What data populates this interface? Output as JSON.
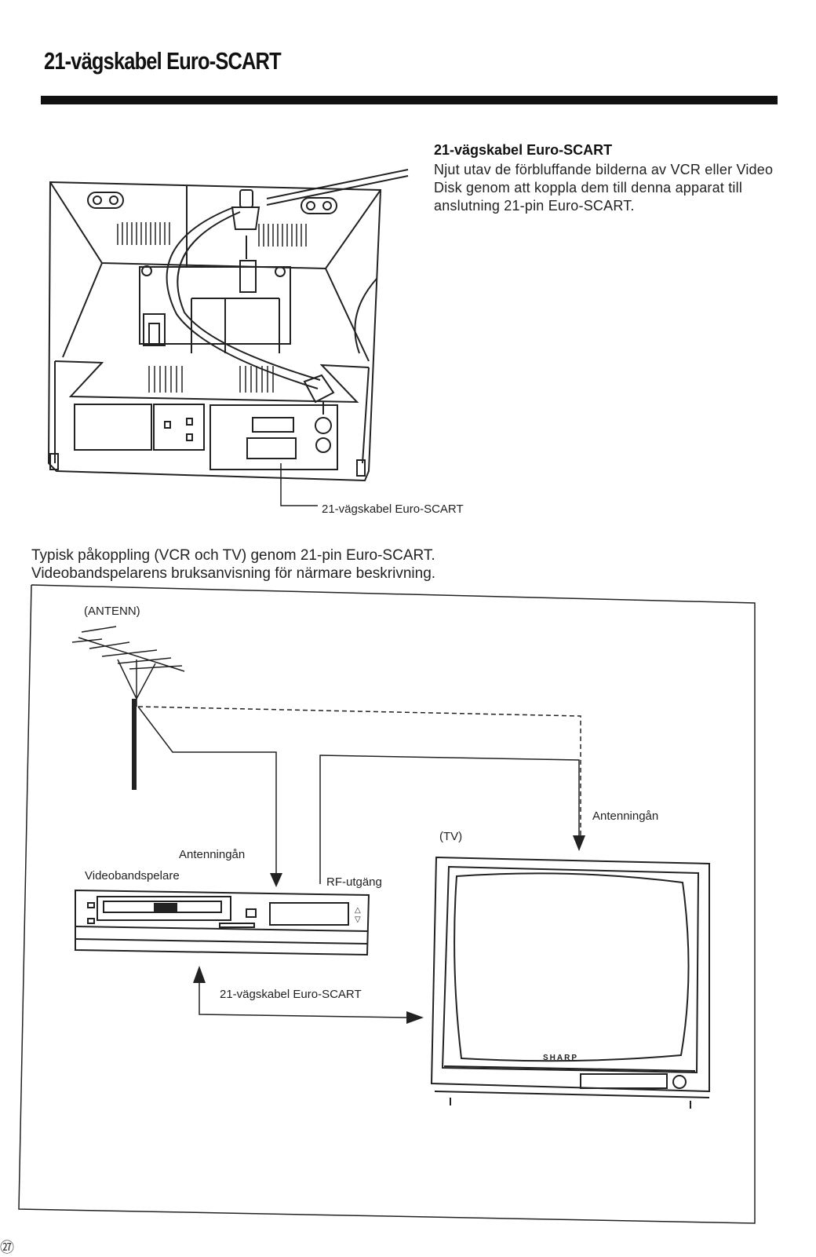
{
  "page": {
    "title": "21-vägskabel Euro-SCART",
    "page_number": "㉗"
  },
  "intro": {
    "heading": "21-vägskabel Euro-SCART",
    "body": "Njut utav de förbluffande bilderna av VCR eller Video Disk genom att koppla dem till denna apparat till anslutning 21-pin Euro-SCART."
  },
  "figure_top": {
    "callout_label": "21-vägskabel Euro-SCART"
  },
  "typical": {
    "line1": "Typisk påkoppling (VCR och TV) genom 21-pin Euro-SCART.",
    "line2": "Videobandspelarens bruksanvisning för närmare beskrivning."
  },
  "figure_bottom": {
    "antenna_label": "(ANTENN)",
    "tv_label": "(TV)",
    "tv_antenna_input_label": "Antenningån",
    "vcr_antenna_input_label": "Antenningån",
    "vcr_label": "Videobandspelare",
    "rf_output_label": "RF-utgäng",
    "scart_cable_label": "21-vägskabel Euro-SCART",
    "tv_brand": "SHARP"
  }
}
